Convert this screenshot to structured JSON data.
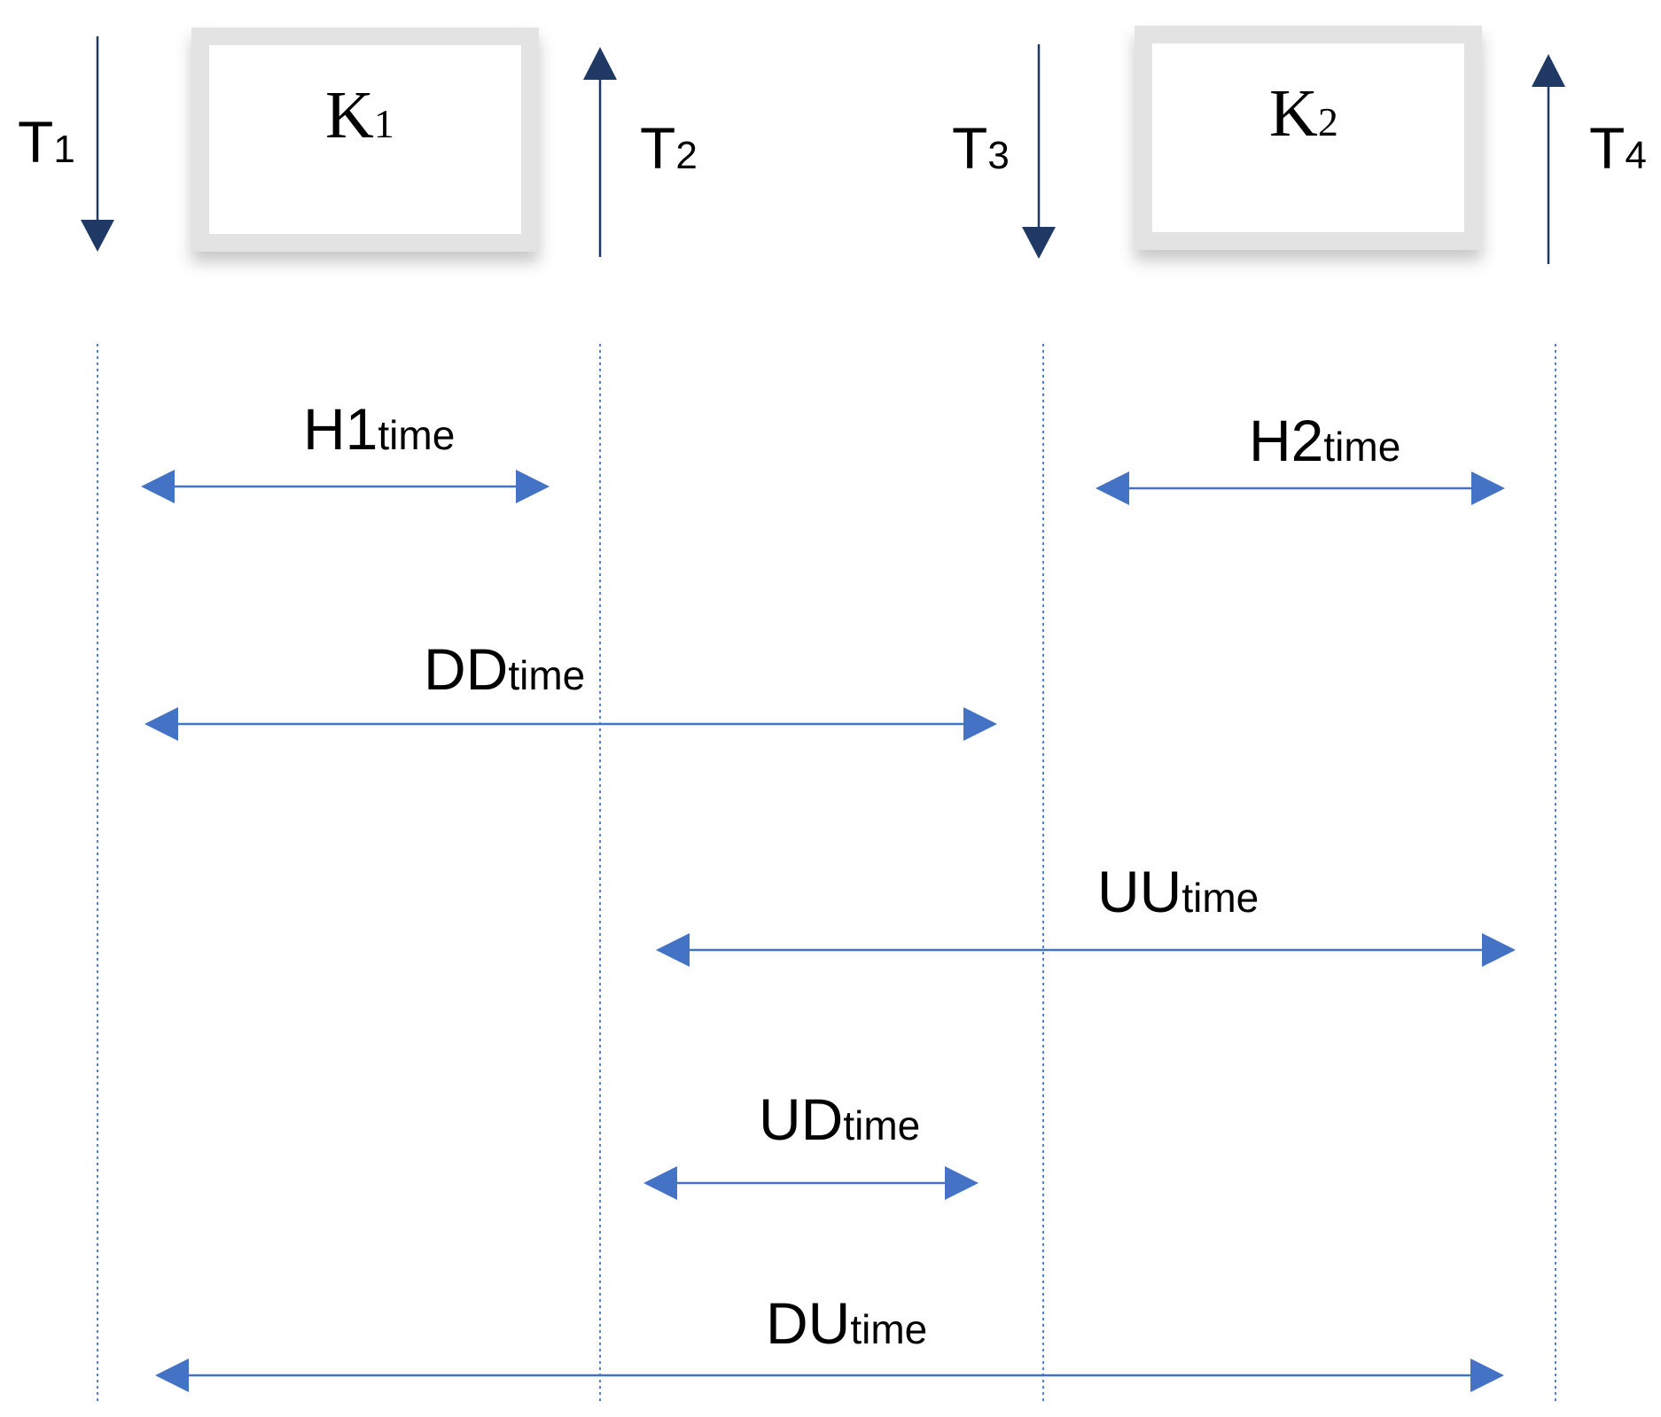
{
  "colors": {
    "event_arrow": "#1f3864",
    "interval_arrow": "#4472c4",
    "guide_line": "#4472c4",
    "key_box_border": "#e3e3e3",
    "key_box_fill": "#ffffff",
    "text": "#000000"
  },
  "events": [
    {
      "main": "T",
      "sub": "1",
      "direction": "down"
    },
    {
      "main": "T",
      "sub": "2",
      "direction": "up"
    },
    {
      "main": "T",
      "sub": "3",
      "direction": "down"
    },
    {
      "main": "T",
      "sub": "4",
      "direction": "up"
    }
  ],
  "keys": [
    {
      "main": "K",
      "sub": "1"
    },
    {
      "main": "K",
      "sub": "2"
    }
  ],
  "intervals": [
    {
      "main": "H1",
      "sub": "time"
    },
    {
      "main": "H2",
      "sub": "time"
    },
    {
      "main": "DD",
      "sub": "time"
    },
    {
      "main": "UU",
      "sub": "time"
    },
    {
      "main": "UD",
      "sub": "time"
    },
    {
      "main": "DU",
      "sub": "time"
    }
  ]
}
